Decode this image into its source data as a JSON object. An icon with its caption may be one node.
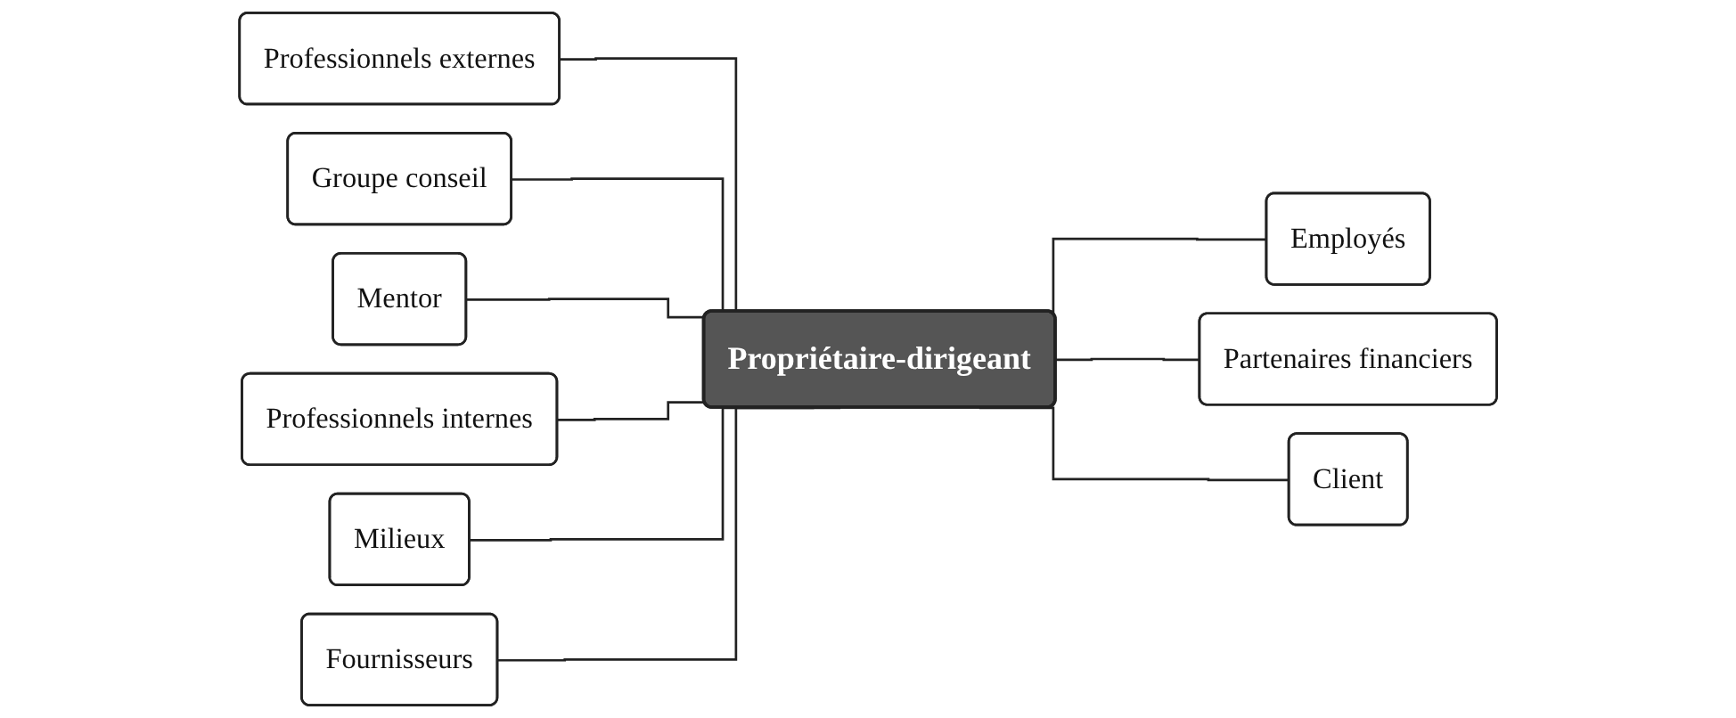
{
  "diagram": {
    "nodes": [
      {
        "text": [
          "Professionnels externes"
        ]
      },
      {
        "text": [
          "Groupe conseil"
        ]
      },
      {
        "text": [
          "Mentor"
        ]
      },
      {
        "text": [
          "Professionnels internes"
        ]
      },
      {
        "text": [
          "Propriétaire-dirigeant"
        ]
      },
      {
        "text": [
          "Employés"
        ]
      },
      {
        "text": [
          "Milieux"
        ]
      },
      {
        "text": [
          "Fournisseurs"
        ]
      },
      {
        "text": [
          "Partenaires financiers"
        ]
      },
      {
        "text": [
          "Client"
        ]
      }
    ],
    "edges": [
      {
        "from": 0,
        "to": 4,
        "arrow": "none"
      },
      {
        "from": 1,
        "to": 4,
        "arrow": "none"
      },
      {
        "from": 2,
        "to": 4,
        "arrow": "none"
      },
      {
        "from": 3,
        "to": 4,
        "arrow": "none"
      },
      {
        "from": 4,
        "to": 5,
        "arrow": "none"
      },
      {
        "from": 6,
        "to": 4,
        "arrow": "none"
      },
      {
        "from": 7,
        "to": 4,
        "arrow": "none"
      },
      {
        "from": 4,
        "to": 8,
        "arrow": "none"
      },
      {
        "from": 4,
        "to": 9,
        "arrow": "none"
      }
    ]
  }
}
